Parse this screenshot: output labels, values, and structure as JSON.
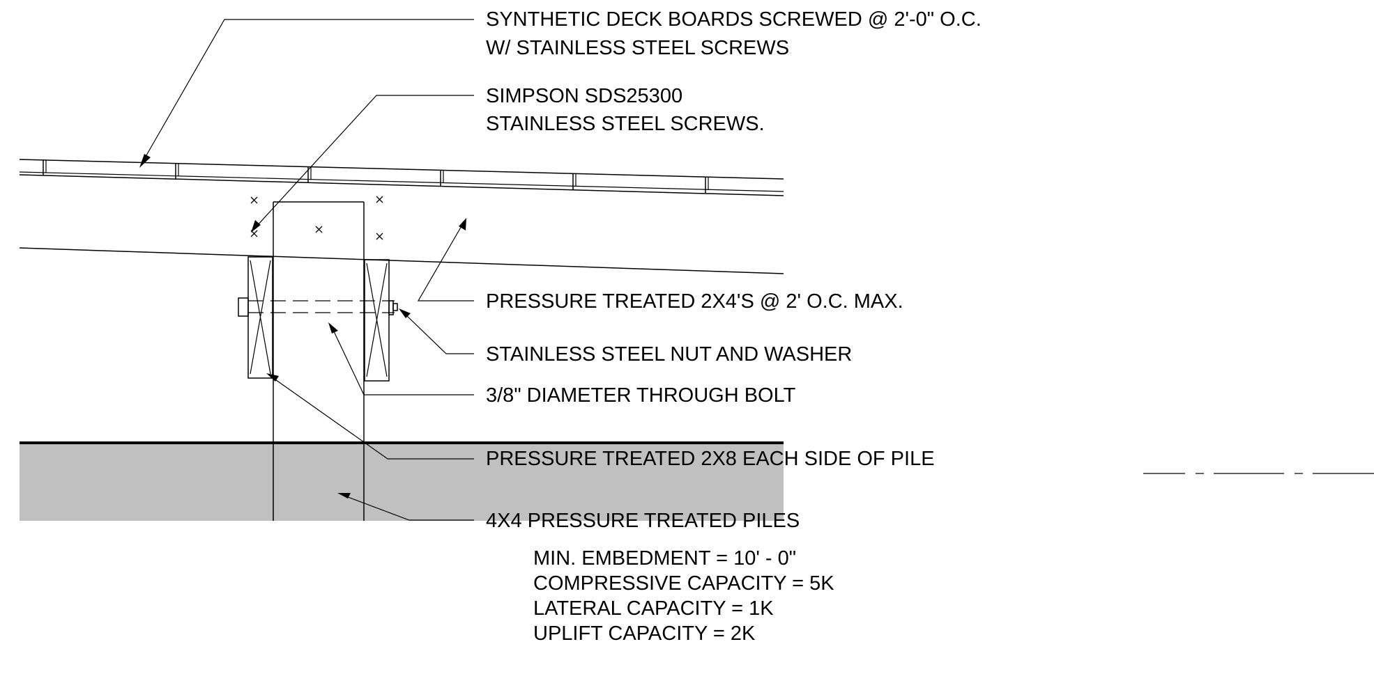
{
  "colors": {
    "line": "#000000",
    "ground_fill": "#c0c0c0",
    "background": "#ffffff"
  },
  "callouts": {
    "deck_boards": {
      "line1": "SYNTHETIC DECK BOARDS SCREWED @ 2'-0\" O.C.",
      "line2": "W/ STAINLESS STEEL SCREWS"
    },
    "screws": {
      "line1": "SIMPSON SDS25300",
      "line2": "STAINLESS STEEL SCREWS."
    },
    "joists": "PRESSURE TREATED 2X4'S @ 2' O.C. MAX.",
    "nut_washer": "STAINLESS STEEL NUT AND WASHER",
    "through_bolt": "3/8\" DIAMETER THROUGH BOLT",
    "beam": "PRESSURE TREATED 2X8 EACH SIDE OF PILE",
    "piles": "4X4 PRESSURE TREATED PILES"
  },
  "pile_specs": [
    "MIN. EMBEDMENT = 10' - 0\"",
    "COMPRESSIVE CAPACITY = 5K",
    "LATERAL CAPACITY = 1K",
    "UPLIFT CAPACITY = 2K"
  ]
}
